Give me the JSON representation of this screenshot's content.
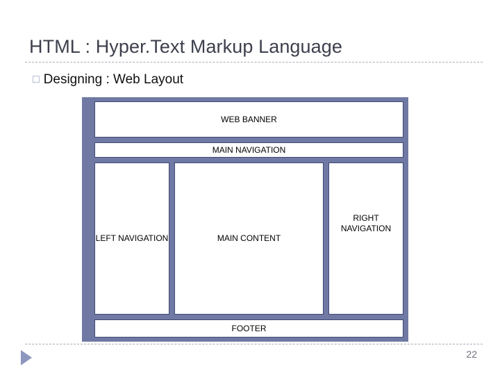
{
  "slide": {
    "title": "HTML : Hyper.Text Markup Language",
    "bullet": {
      "marker": "□",
      "marker_icon": "hollow-square-bullet-icon",
      "text": "Designing : Web Layout"
    },
    "page_number": "22",
    "next_icon": "play-triangle-icon",
    "colors": {
      "frame": "#6f79a4",
      "cell_border": "#3f4a73",
      "title_text": "#3d3f4c",
      "bullet_marker": "#8e95b5",
      "rule": "#a9abb7",
      "page_number": "#6f7180",
      "triangle": "#8d96bd",
      "background": "#ffffff"
    }
  },
  "diagram": {
    "name": "web-page-layout-wireframe",
    "banner": "WEB BANNER",
    "main_navigation": "MAIN NAVIGATION",
    "left_navigation": "LEFT NAVIGATION",
    "main_content": "MAIN CONTENT",
    "right_navigation": "RIGHT NAVIGATION",
    "footer": "FOOTER"
  }
}
